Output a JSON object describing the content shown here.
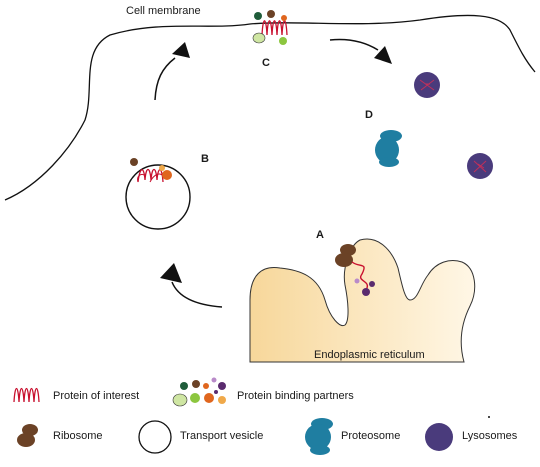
{
  "labels": {
    "cell_membrane": "Cell membrane",
    "endoplasmic_reticulum": "Endoplasmic reticulum",
    "step_a": "A",
    "step_b": "B",
    "step_c": "C",
    "step_d": "D"
  },
  "legend": {
    "protein_of_interest": "Protein of interest",
    "protein_binding_partners": "Protein binding partners",
    "ribosome": "Ribosome",
    "transport_vesicle": "Transport vesicle",
    "proteosome": "Proteosome",
    "lysosomes": "Lysosomes"
  },
  "colors": {
    "protein": "#c8102e",
    "ribosome": "#6b4226",
    "proteosome": "#1f7ea1",
    "lysosome": "#4a3b7c",
    "lysosome_inner": "#c0305a",
    "er_fill": "#fbe6bd",
    "partner_green": "#1f5c3a",
    "partner_lightgreen": "#cfe6a3",
    "partner_orange": "#e0661e",
    "partner_purple": "#5a2b6e",
    "partner_lilac": "#b98ac9",
    "partner_yellow": "#f0a94a"
  }
}
